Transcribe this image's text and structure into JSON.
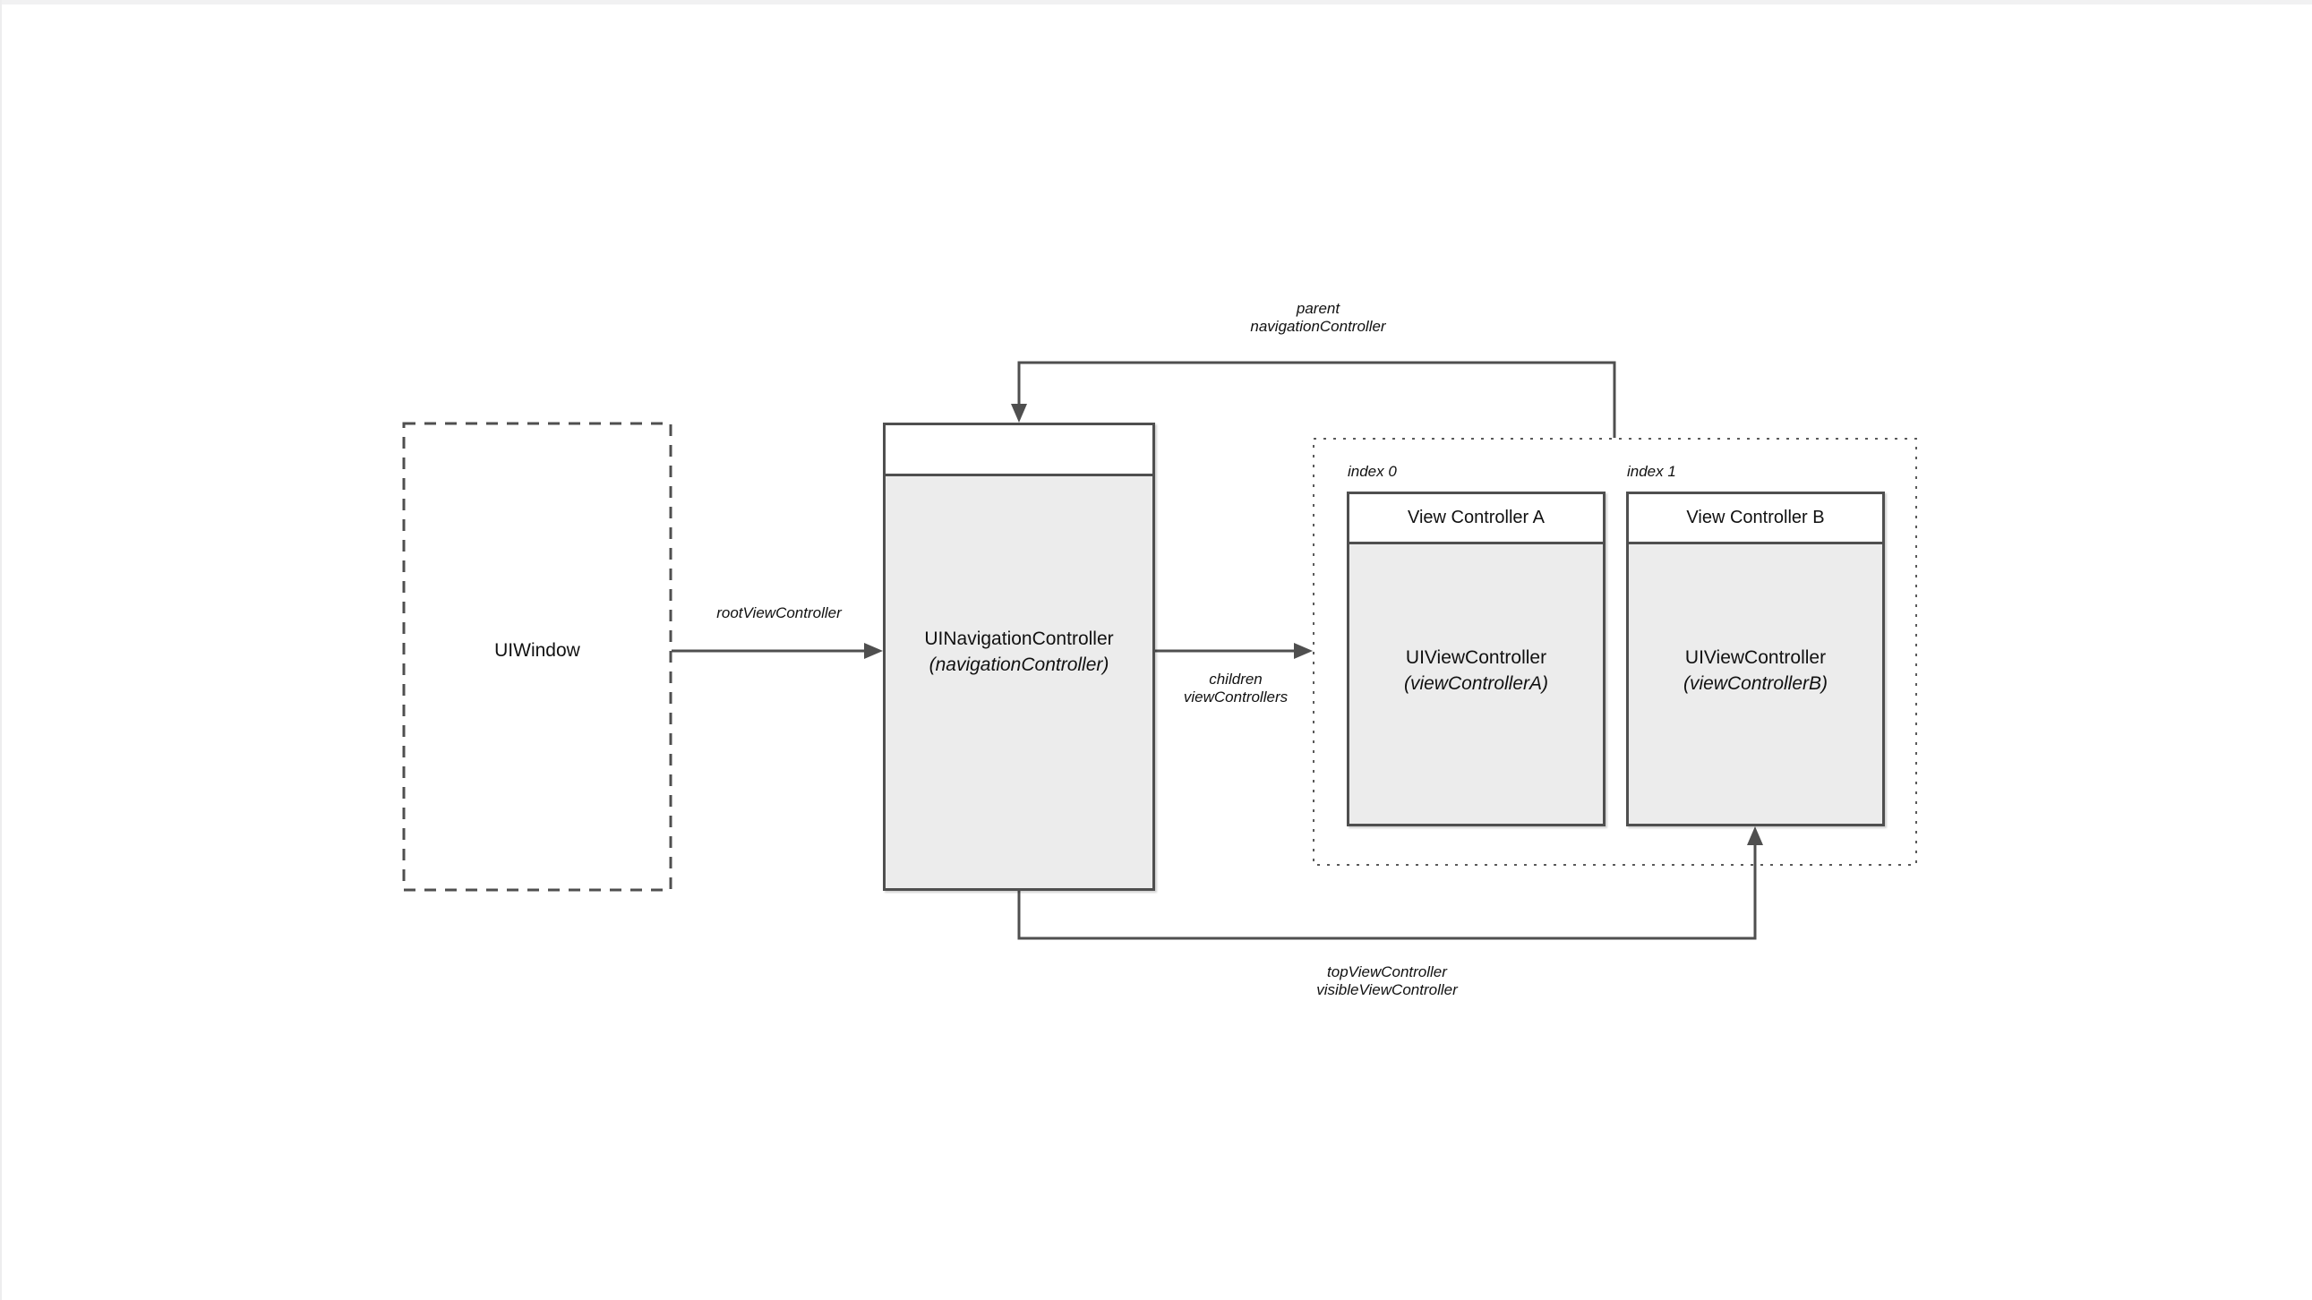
{
  "diagram": {
    "colors": {
      "line": "#4f4f4f",
      "dotted_line": "#5a5a5a",
      "box_fill": "#ececec",
      "header_fill": "#ffffff",
      "text": "#111111",
      "background": "#ffffff"
    },
    "uiwindow": {
      "label": "UIWindow"
    },
    "navigation_controller": {
      "title": "UINavigationController",
      "instance": "(navigationController)"
    },
    "stack": {
      "view_controller_a": {
        "index_label": "index 0",
        "header": "View Controller A",
        "title": "UIViewController",
        "instance": "(viewControllerA)"
      },
      "view_controller_b": {
        "index_label": "index 1",
        "header": "View Controller B",
        "title": "UIViewController",
        "instance": "(viewControllerB)"
      }
    },
    "edges": {
      "root_view_controller": {
        "label": "rootViewController"
      },
      "children": {
        "line1": "children",
        "line2": "viewControllers"
      },
      "parent": {
        "line1": "parent",
        "line2": "navigationController"
      },
      "top": {
        "line1": "topViewController",
        "line2": "visibleViewController"
      }
    }
  }
}
